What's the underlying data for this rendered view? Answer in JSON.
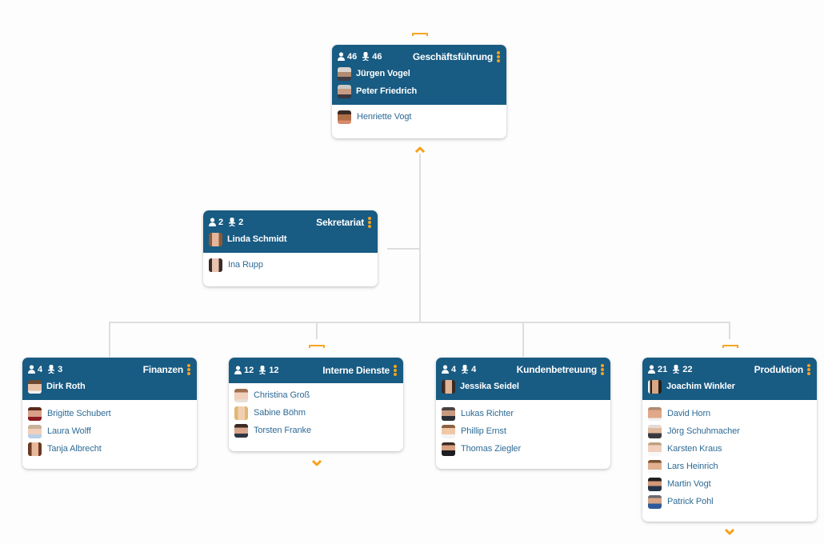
{
  "colors": {
    "header": "#185b83",
    "accent": "#f5a21b",
    "member_link": "#2e6b95",
    "connector": "#dedede",
    "background": "#fdfdfd"
  },
  "icons": {
    "employees": "person-icon",
    "positions": "desk-chair-icon",
    "menu": "vertical-dots-icon",
    "expand_up": "chevron-up-icon",
    "expand_down": "chevron-down-icon",
    "parent_marker": "bracket-icon"
  },
  "units": [
    {
      "id": "geschaeftsfuehrung",
      "title": "Geschäftsführung",
      "employees": "46",
      "positions": "46",
      "managers": [
        "Jürgen Vogel",
        "Peter Friedrich"
      ],
      "members": [
        "Henriette Vogt"
      ]
    },
    {
      "id": "sekretariat",
      "title": "Sekretariat",
      "employees": "2",
      "positions": "2",
      "managers": [
        "Linda Schmidt"
      ],
      "members": [
        "Ina Rupp"
      ]
    },
    {
      "id": "finanzen",
      "title": "Finanzen",
      "employees": "4",
      "positions": "3",
      "managers": [
        "Dirk Roth"
      ],
      "members": [
        "Brigitte Schubert",
        "Laura Wolff",
        "Tanja Albrecht"
      ]
    },
    {
      "id": "interne-dienste",
      "title": "Interne Dienste",
      "employees": "12",
      "positions": "12",
      "managers": [],
      "members": [
        "Christina Groß",
        "Sabine Böhm",
        "Torsten Franke"
      ]
    },
    {
      "id": "kundenbetreuung",
      "title": "Kundenbetreuung",
      "employees": "4",
      "positions": "4",
      "managers": [
        "Jessika Seidel"
      ],
      "members": [
        "Lukas Richter",
        "Phillip Ernst",
        "Thomas Ziegler"
      ]
    },
    {
      "id": "produktion",
      "title": "Produktion",
      "employees": "21",
      "positions": "22",
      "managers": [
        "Joachim Winkler"
      ],
      "members": [
        "David Horn",
        "Jörg Schuhmacher",
        "Karsten Kraus",
        "Lars Heinrich",
        "Martin Vogt",
        "Patrick Pohl"
      ]
    }
  ]
}
